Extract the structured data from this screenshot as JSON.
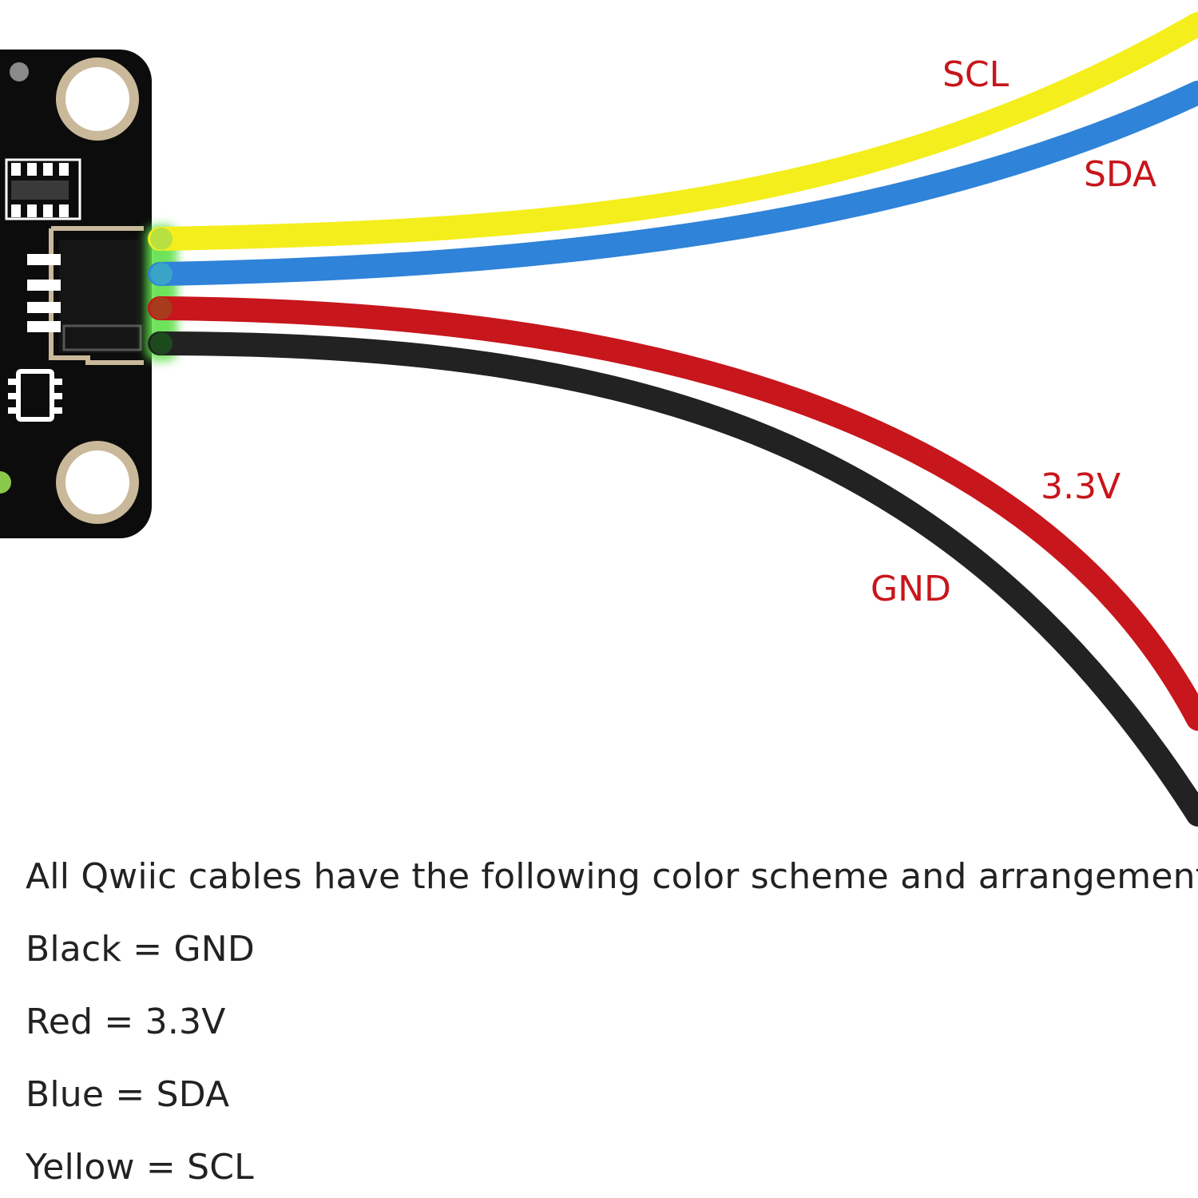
{
  "colors": {
    "background": "#ffffff",
    "label_text": "#c8151b",
    "caption_text": "#222222",
    "board": "#0c0c0c",
    "pad": "#c9b89a",
    "wire_yellow": "#f4ee1c",
    "wire_blue": "#2f83d8",
    "wire_red": "#c7161c",
    "wire_black": "#222222",
    "glow_green": "#5ee04a"
  },
  "diagram": {
    "wires": [
      {
        "color_name": "Yellow",
        "signal": "SCL",
        "icon": "yellow-wire"
      },
      {
        "color_name": "Blue",
        "signal": "SDA",
        "icon": "blue-wire"
      },
      {
        "color_name": "Red",
        "signal": "3.3V",
        "icon": "red-wire"
      },
      {
        "color_name": "Black",
        "signal": "GND",
        "icon": "black-wire"
      }
    ],
    "labels": {
      "scl": "SCL",
      "sda": "SDA",
      "v33": "3.3V",
      "gnd": "GND"
    }
  },
  "caption": {
    "intro": "All Qwiic cables have the following color scheme and arrangement:",
    "legend": {
      "black": "Black = GND",
      "red": "Red = 3.3V",
      "blue": "Blue = SDA",
      "yellow": "Yellow = SCL"
    }
  }
}
